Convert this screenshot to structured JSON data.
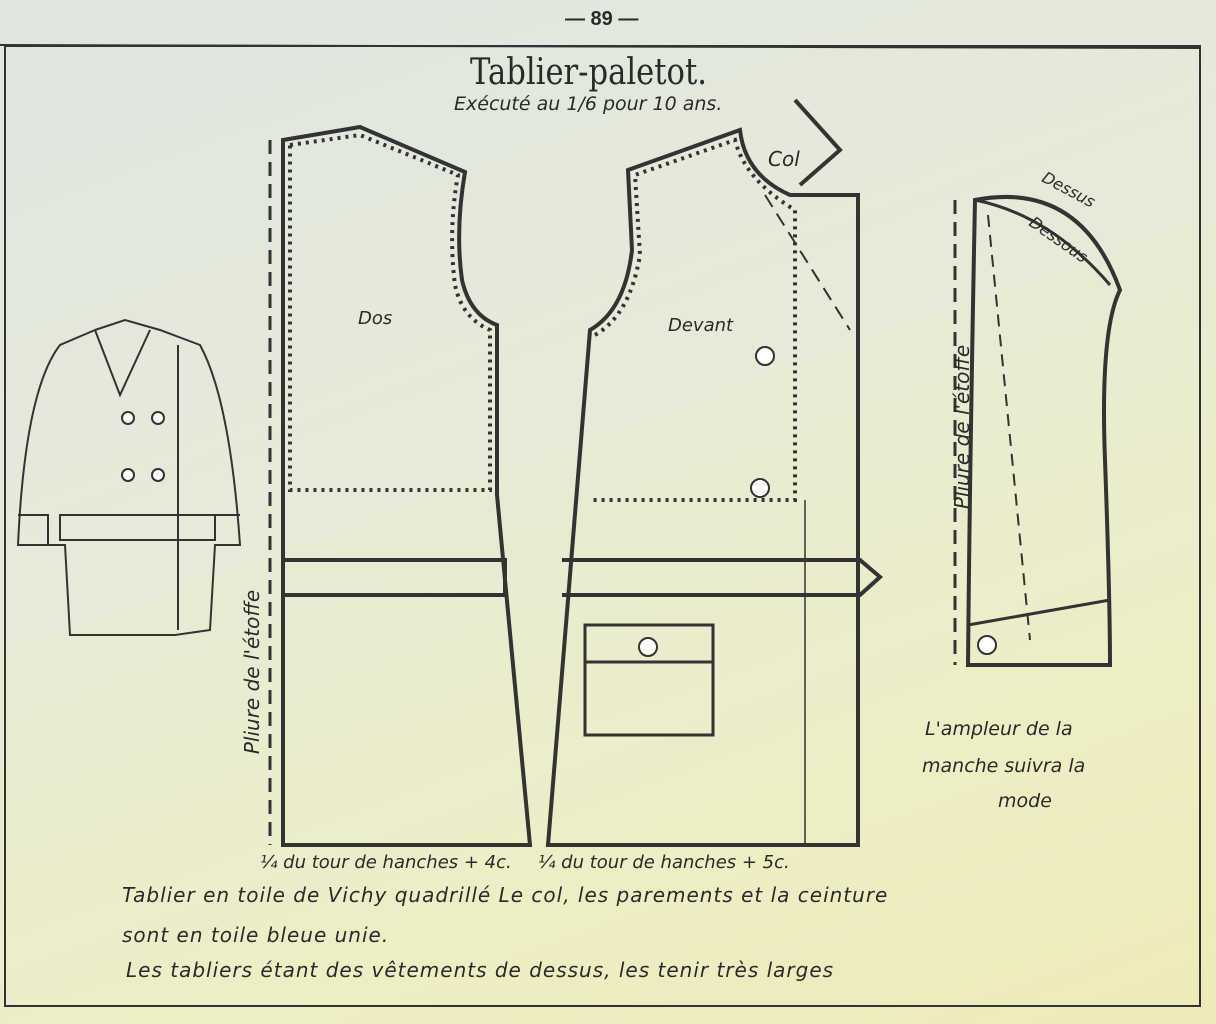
{
  "page_number": "— 89 —",
  "title": "Tablier-paletot.",
  "subtitle": "Exécuté au 1/6 pour 10 ans.",
  "labels": {
    "dos": "Dos",
    "devant": "Devant",
    "col": "Col",
    "dessus": "Dessus",
    "dessous": "Dessous",
    "pliure_left": "Pliure de l'étoffe",
    "pliure_right": "Pliure de l'étoffe",
    "measure_dos": "¼ du tour de hanches + 4c.",
    "measure_devant": "¼ du tour de hanches + 5c.",
    "sleeve_note": [
      "L'ampleur de la",
      "manche suivra la",
      "mode"
    ]
  },
  "caption": [
    "Tablier en toile de Vichy quadrillé Le col, les parements et la ceinture",
    "sont en toile bleue unie.",
    "Les tabliers étant des vêtements de dessus, les tenir très larges"
  ]
}
